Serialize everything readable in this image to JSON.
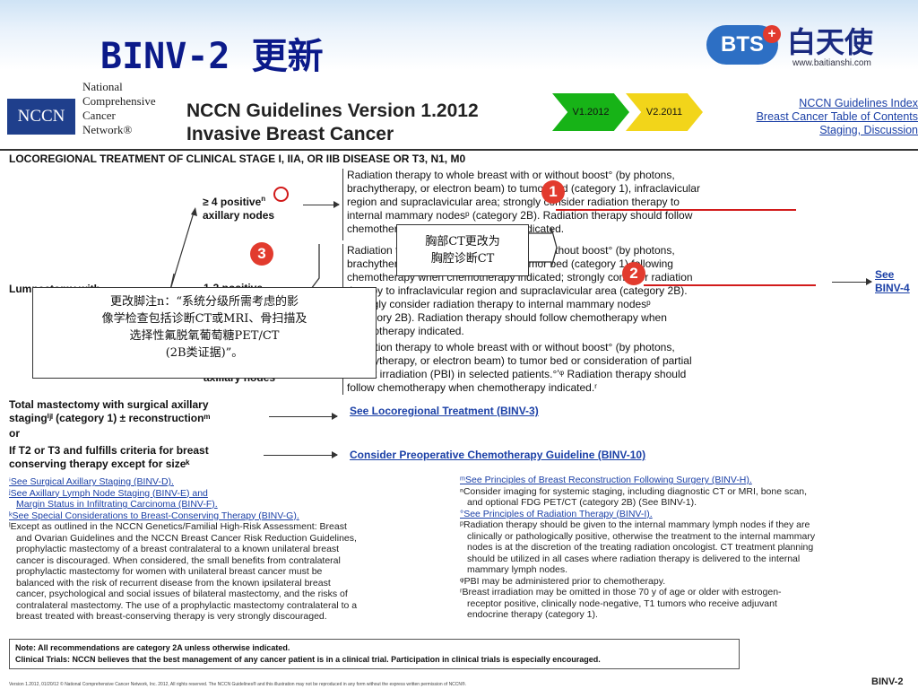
{
  "slide": {
    "title": "BINV-2 更新"
  },
  "brand": {
    "logo_text": "BTS",
    "plus": "+",
    "cn_name": "白天使",
    "url": "www.baitianshi.com"
  },
  "nccn": {
    "box": "NCCN",
    "name_lines": [
      "National",
      "Comprehensive",
      "Cancer",
      "Network®"
    ],
    "title": "NCCN Guidelines Version 1.2012",
    "subtitle": "Invasive Breast Cancer",
    "versions": [
      "V1.2012",
      "V2.2011"
    ],
    "links": [
      "NCCN Guidelines Index",
      "Breast Cancer Table of Contents",
      "Staging, Discussion"
    ]
  },
  "section": {
    "heading": "LOCOREGIONAL TREATMENT OF CLINICAL STAGE I, IIA, OR IIB DISEASE OR T3, N1, M0"
  },
  "flow": {
    "lumpectomy": "Lumpectomy with",
    "node4_a": "≥ 4 positive",
    "node4_sup": "n",
    "node4_b": "axillary nodes",
    "node13": "1-3 positive",
    "node_neg": "axillary nodes",
    "rt1": [
      "Radiation therapy to whole breast with or without boost° (by photons,",
      "brachytherapy, or electron beam) to tumor bed (category 1), infraclavicular",
      "region and supraclavicular area; strongly consider radiation therapy to",
      "internal mammary nodesᵖ (category 2B). Radiation therapy should follow",
      "chemotherapy when chemotherapy indicated."
    ],
    "rt2": [
      "Radiation therapy to whole breast with or without boost° (by photons,",
      "brachytherapy, or electron beam) to tumor bed (category 1) following",
      "chemotherapy when chemotherapy indicated; strongly consider radiation",
      "therapy to infraclavicular region and supraclavicular area (category 2B).",
      "Strongly consider radiation therapy to internal mammary nodesᵖ",
      "(category 2B). Radiation therapy should follow chemotherapy when",
      "chemotherapy indicated."
    ],
    "rt3": [
      "Radiation therapy to whole breast with or without boost° (by photons,",
      "brachytherapy, or electron beam) to tumor bed or consideration of partial",
      "breast irradiation (PBI) in selected patients.°ʼᵠ Radiation therapy should",
      "follow chemotherapy when chemotherapy indicated.ʳ"
    ],
    "see": "See",
    "binv4": "BINV-4",
    "mast_a": "Total mastectomy with surgical axillary",
    "mast_b": "stagingⁱʲˡ (category 1) ± reconstructionᵐ",
    "or1": "or",
    "mast_link": "See Locoregional Treatment (BINV-3)",
    "t2_a": "If T2 or T3 and fulfills criteria for breast",
    "t2_b": "conserving therapy except for sizeᵏ",
    "t2_link": "Consider Preoperative Chemotherapy Guideline (BINV-10)"
  },
  "annotations": {
    "n1": "1",
    "n2": "2",
    "n3": "3",
    "callout_ct": [
      "胸部CT更改为",
      "胸腔诊断CT"
    ],
    "callout_fn": [
      "更改脚注n：“系统分级所需考虑的影",
      "像学检查包括诊断CT或MRI、骨扫描及",
      "选择性氟脱氧葡萄糖PET/CT",
      "(2B类证据)”。"
    ]
  },
  "footnotes_left": [
    "ⁱSee Surgical Axillary Staging (BINV-D).",
    "ʲSee Axillary Lymph Node Staging (BINV-E) and",
    "Margin Status in Infiltrating Carcinoma (BINV-F).",
    "ᵏSee Special Considerations to Breast-Conserving Therapy (BINV-G).",
    "ˡExcept as outlined in the NCCN Genetics/Familial High-Risk Assessment: Breast",
    "and Ovarian Guidelines and the NCCN Breast Cancer Risk Reduction Guidelines,",
    "prophylactic mastectomy of a breast contralateral to a known unilateral breast",
    "cancer is discouraged. When considered, the small benefits from contralateral",
    "prophylactic mastectomy for women with unilateral breast cancer must be",
    "balanced with the risk of recurrent disease from the known ipsilateral breast",
    "cancer, psychological and social issues of bilateral mastectomy, and the risks of",
    "contralateral mastectomy. The use of a prophylactic mastectomy contralateral to a",
    "breast treated with breast-conserving therapy is very strongly discouraged."
  ],
  "footnotes_right": [
    "ᵐSee Principles of Breast Reconstruction Following Surgery (BINV-H).",
    "ⁿConsider imaging for systemic staging, including diagnostic CT or MRI, bone scan,",
    "and optional FDG PET/CT (category 2B) (See BINV-1).",
    "°See Principles of Radiation Therapy (BINV-I).",
    "ᵖRadiation therapy should be given to the internal mammary lymph nodes if they are",
    "clinically or pathologically positive, otherwise the treatment to the internal mammary",
    "nodes is at the discretion of the treating radiation oncologist. CT treatment planning",
    "should be utilized in all cases where radiation therapy is delivered to the internal",
    "mammary lymph nodes.",
    "ᵠPBI may be administered prior to chemotherapy.",
    "ʳBreast irradiation may be omitted in those 70 y of age or older with estrogen-",
    "receptor positive, clinically node-negative, T1 tumors who receive adjuvant",
    "endocrine therapy (category 1)."
  ],
  "note": {
    "line1": "Note: All recommendations are category 2A unless otherwise indicated.",
    "line2": "Clinical Trials: NCCN believes that the best management of any cancer patient is in a clinical trial. Participation in clinical trials is especially encouraged."
  },
  "footer": {
    "copyright": "Version 1.2012, 01/20/12 © National Comprehensive Cancer Network, Inc. 2012, All rights reserved. The NCCN Guidelines® and this illustration may not be reproduced in any form without the express written permission of NCCN®.",
    "page": "BINV-2"
  }
}
